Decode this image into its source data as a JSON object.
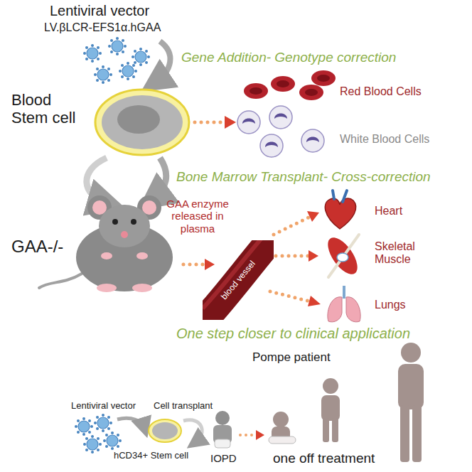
{
  "diagram": {
    "nodes": [
      {
        "text": [
          "blood vessel"
        ]
      }
    ],
    "labels": [
      "Lentiviral vector",
      "LV.βLCR-EFS1α.hGAA",
      "Gene Addition- Genotype correction",
      "Blood Stem cell",
      "Red Blood Cells",
      "White Blood Cells",
      "Bone Marrow Transplant- Cross-correction",
      "GAA enzyme released in plasma",
      "Heart",
      "GAA-/-",
      "Skeletal Muscle",
      "Lungs",
      "One step closer to clinical application",
      "Pompe patient",
      "Lentiviral vector",
      "Cell transplant",
      "hCD34+ Stem cell",
      "IOPD",
      "one off treatment"
    ]
  }
}
